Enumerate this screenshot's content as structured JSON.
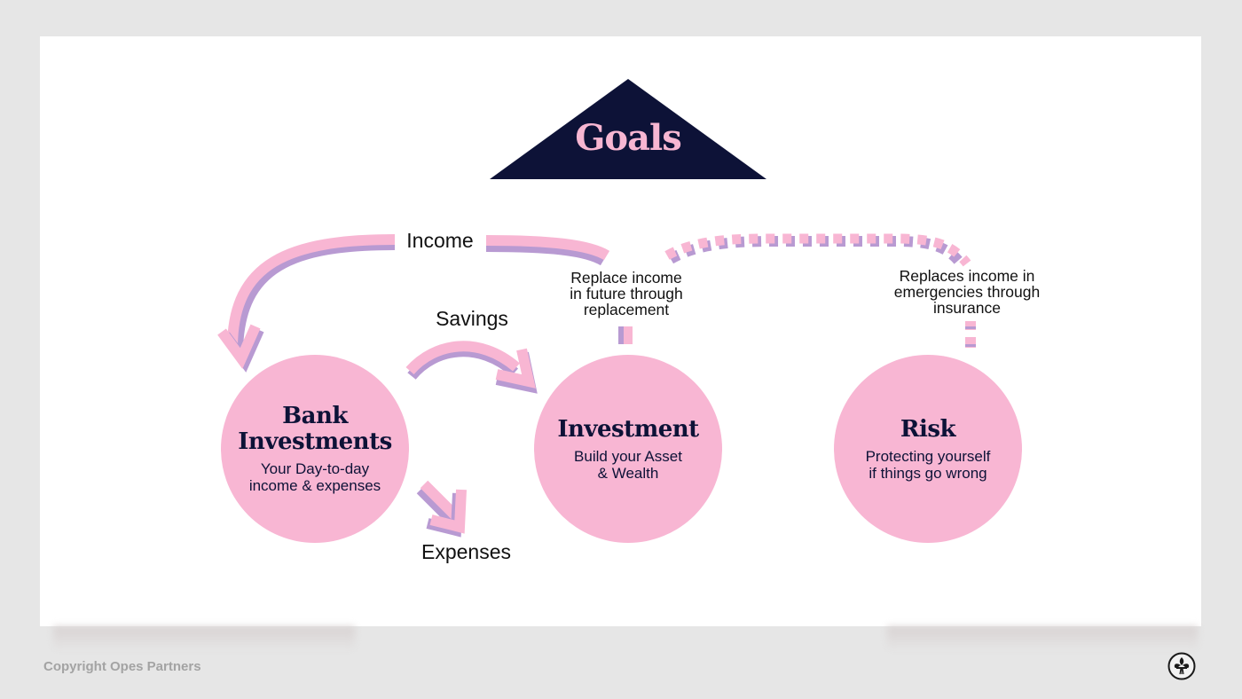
{
  "header": {
    "title": "Goals"
  },
  "flows": {
    "income": "Income",
    "savings": "Savings",
    "expenses": "Expenses",
    "replace_future": [
      "Replace income",
      "in future through",
      "replacement"
    ],
    "replace_emergency": [
      "Replaces income in",
      "emergencies through",
      "insurance"
    ]
  },
  "nodes": [
    {
      "title_lines": [
        "Bank",
        "Investments"
      ],
      "subtitle_lines": [
        "Your Day-to-day",
        "income & expenses"
      ]
    },
    {
      "title_lines": [
        "Investment"
      ],
      "subtitle_lines": [
        "Build your Asset",
        "& Wealth"
      ]
    },
    {
      "title_lines": [
        "Risk"
      ],
      "subtitle_lines": [
        "Protecting yourself",
        "if things go wrong"
      ]
    }
  ],
  "footer": {
    "copyright": "Copyright Opes Partners",
    "logo_icon": "fleur-de-lis-icon"
  },
  "colors": {
    "navy": "#0d1237",
    "pink": "#f8b6d3",
    "lavender": "#b89ad2",
    "background": "#e6e6e6"
  }
}
